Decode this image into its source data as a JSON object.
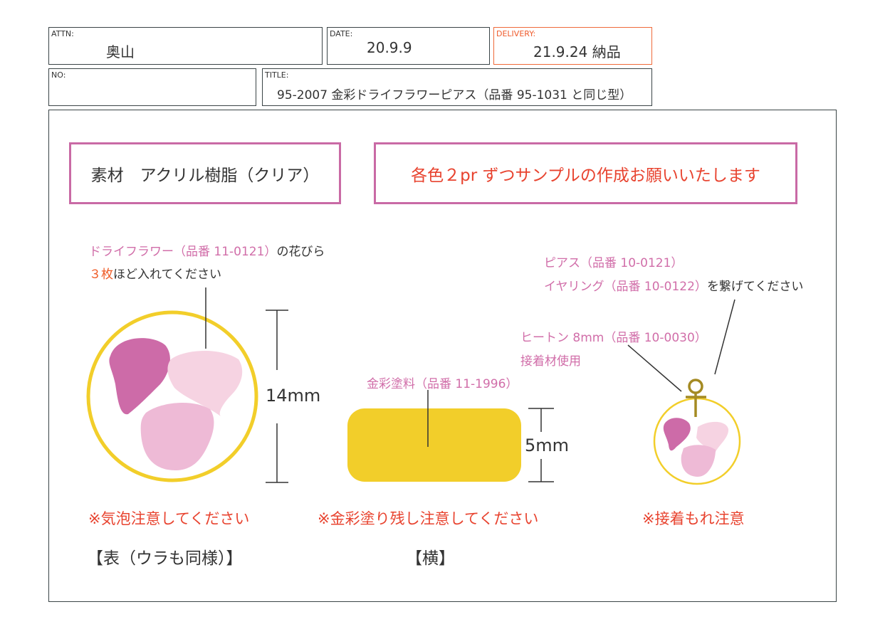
{
  "header": {
    "attn_label": "ATTN:",
    "attn": "奥山",
    "date_label": "DATE:",
    "date": "20.9.9",
    "delivery_label": "DELIVERY:",
    "delivery": "21.9.24 納品",
    "no_label": "NO:",
    "title_label": "TITLE:",
    "title": "95-2007 金彩ドライフラワーピアス（品番 95-1031 と同じ型）"
  },
  "material": "素材　アクリル樹脂（クリア）",
  "request": "各色２pr ずつサンプルの作成お願いいたします",
  "front": {
    "note_pink": "ドライフラワー（品番 11-0121）",
    "note_black": "の花びら",
    "note2_orange": "３枚",
    "note2_black": "ほど入れてください",
    "dimension": "14mm",
    "caution": "※気泡注意してください",
    "caption": "【表（ウラも同様）】"
  },
  "side": {
    "note": "金彩塗料（品番 11-1996）",
    "dimension": "5mm",
    "caution": "※金彩塗り残し注意してください",
    "caption": "【横】"
  },
  "finding": {
    "line1": "ピアス（品番 10-0121）",
    "line2_pink": "イヤリング（品番 10-0122）",
    "line2_black": "を繋げてください",
    "line3": "ヒートン 8mm（品番 10-0030）",
    "line4": "接着材使用",
    "caution": "※接着もれ注意"
  },
  "colors": {
    "pink": "#d16ea9",
    "red": "#e8432f",
    "gold": "#f2ce2a",
    "frame": "#3a4446"
  }
}
